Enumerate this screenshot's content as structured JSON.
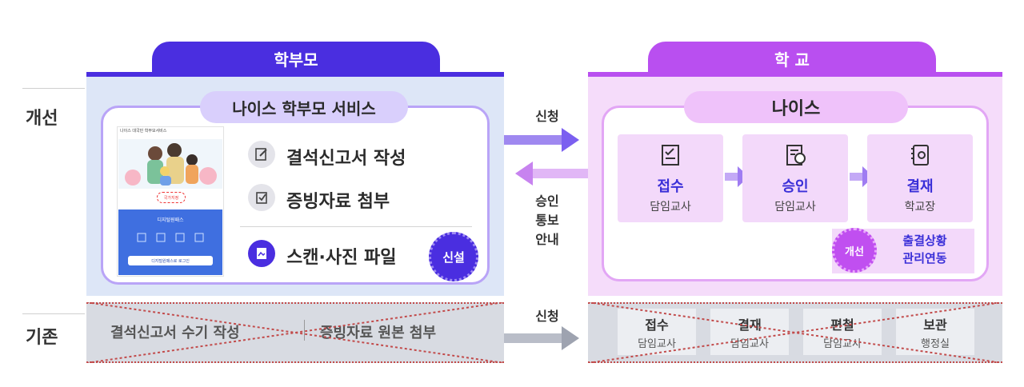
{
  "rows": {
    "improved": "개선",
    "existing": "기존"
  },
  "parent": {
    "tab": "학부모",
    "service_title": "나이스 학부모 서비스",
    "services": [
      {
        "label": "결석신고서 작성",
        "icon": "pencil-note-icon"
      },
      {
        "label": "증빙자료 첨부",
        "icon": "attach-check-icon"
      },
      {
        "label": "스캔·사진 파일",
        "icon": "scan-doc-icon"
      }
    ],
    "new_badge": "신설",
    "phone": {
      "header": "나이스 대국민 학부모서비스",
      "mark": "국가지정",
      "blue_title": "디지털원패스",
      "button": "디지털원패스로 로그인"
    }
  },
  "school": {
    "tab": "학 교",
    "system_title": "나이스",
    "steps": [
      {
        "title": "접수",
        "sub": "담임교사",
        "icon": "checklist-icon"
      },
      {
        "title": "승인",
        "sub": "담임교사",
        "icon": "approve-doc-icon"
      },
      {
        "title": "결재",
        "sub": "학교장",
        "icon": "signed-book-icon"
      }
    ],
    "improve_badge": "개선",
    "improve_text": [
      "출결상황",
      "관리연동"
    ]
  },
  "middle": {
    "apply": "신청",
    "notify": [
      "승인",
      "통보",
      "안내"
    ],
    "apply_old": "신청"
  },
  "old": {
    "left": [
      "결석신고서 수기 작성",
      "증빙자료 원본 첨부"
    ],
    "steps": [
      {
        "title": "접수",
        "sub": "담임교사"
      },
      {
        "title": "결재",
        "sub": "담임교사"
      },
      {
        "title": "편철",
        "sub": "담임교사"
      },
      {
        "title": "보관",
        "sub": "행정실"
      }
    ]
  },
  "colors": {
    "parent": "#4a2ee0",
    "school": "#b94ff0",
    "step_text": "#3a2fd8"
  }
}
